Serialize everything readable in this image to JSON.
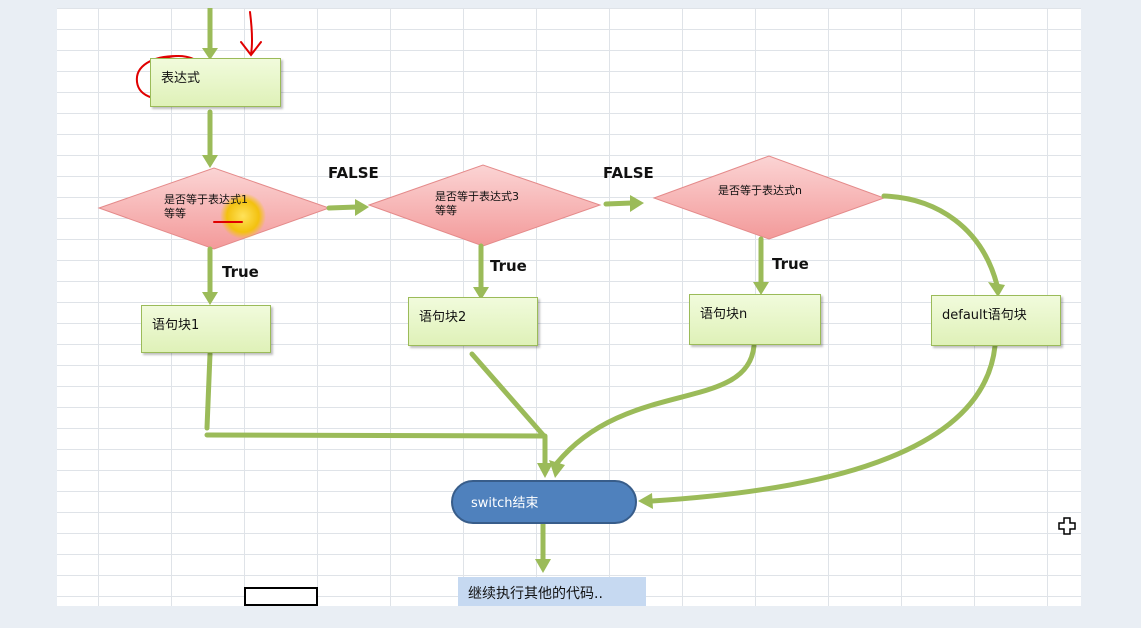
{
  "flow": {
    "expression": "表达式",
    "decisions": [
      {
        "line1": "是否等于表达式1",
        "line2": "等等"
      },
      {
        "line1": "是否等于表达式3",
        "line2": "等等"
      },
      {
        "line1": "是否等于表达式n",
        "line2": ""
      }
    ],
    "false_label": "FALSE",
    "true_label": "True",
    "blocks": [
      "语句块1",
      "语句块2",
      "语句块n",
      "default语句块"
    ],
    "end": "switch结束",
    "continue": "继续执行其他的代码.."
  },
  "colors": {
    "arrow": "#9bbb59",
    "decision_fill": "#f4a6a6",
    "terminator": "#4f81bd",
    "annotation": "#e00000",
    "highlight": "#f3c10f"
  },
  "icons": [
    "move-cursor-icon"
  ]
}
